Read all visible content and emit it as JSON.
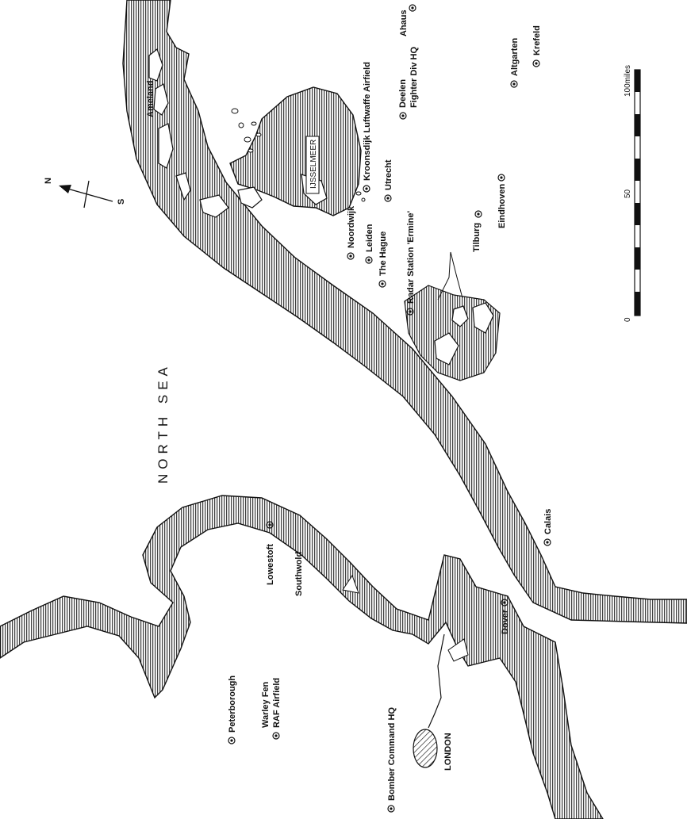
{
  "map": {
    "sea_label": "NORTH SEA",
    "compass": {
      "north": "N",
      "south": "S"
    },
    "scale": {
      "label_start": "0",
      "label_mid": "50",
      "label_end": "100miles"
    },
    "region_labels": {
      "lake": "IJSSELMEER",
      "capital": "LONDON"
    },
    "places": {
      "peterborough": "Peterborough",
      "warley_fen_1": "Warley Fen",
      "warley_fen_2": "RAF Airfield",
      "bomber_hq": "Bomber Command HQ",
      "lowestoft": "Lowestoft",
      "southwold": "Southwold",
      "dover": "Dover",
      "calais": "Calais",
      "ameland": "Ameland",
      "noordwijk": "Noordwijk",
      "leiden": "Leiden",
      "the_hague": "The Hague",
      "radar_station": "Radar Station 'Ermine'",
      "kroonsdijk": "Kroonsdijk Luftwaffe Airfield",
      "utrecht": "Utrecht",
      "deelen_1": "Deelen",
      "deelen_2": "Fighter Div HQ",
      "ahaus": "Ahaus",
      "tilburg": "Tilburg",
      "eindhoven": "Eindhoven",
      "altgarten": "Altgarten",
      "krefeld": "Krefeld"
    },
    "colors": {
      "ink": "#111111",
      "paper": "#ffffff"
    }
  }
}
